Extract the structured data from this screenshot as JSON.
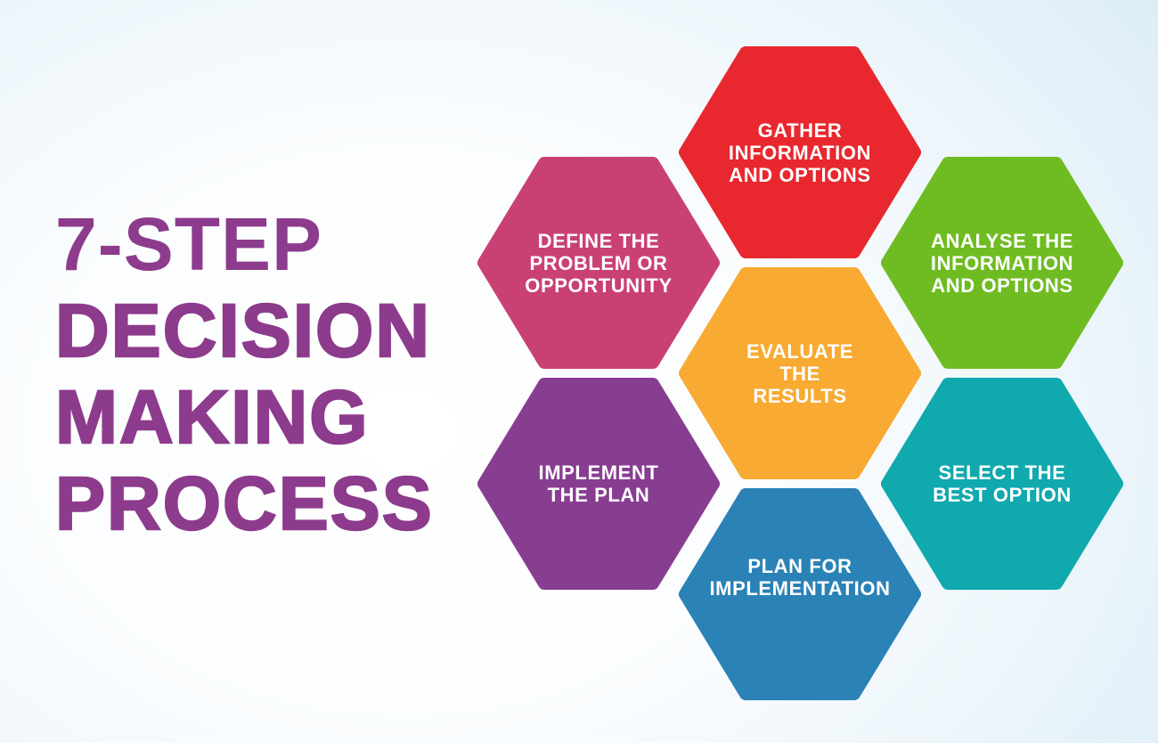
{
  "title": {
    "line1": "7-STEP",
    "line2": "DECISION",
    "line3": "MAKING",
    "line4": "PROCESS",
    "color": "#8d3b8d"
  },
  "background": {
    "center_color": "#ffffff",
    "edge_color": "#d4e9f6"
  },
  "label_text_color": "#ffffff",
  "steps": [
    {
      "name": "define-the-problem-or-opportunity",
      "color": "#c94174",
      "lines": [
        "DEFINE THE",
        "PROBLEM OR",
        "OPPORTUNITY"
      ]
    },
    {
      "name": "gather-information-and-options",
      "color": "#e8282e",
      "lines": [
        "GATHER",
        "INFORMATION",
        "AND OPTIONS"
      ]
    },
    {
      "name": "analyse-the-information-and-options",
      "color": "#6fbc22",
      "lines": [
        "ANALYSE THE",
        "INFORMATION",
        "AND OPTIONS"
      ]
    },
    {
      "name": "evaluate-the-results",
      "color": "#f8aa32",
      "lines": [
        "EVALUATE",
        "THE",
        "RESULTS"
      ]
    },
    {
      "name": "implement-the-plan",
      "color": "#883e90",
      "lines": [
        "IMPLEMENT",
        "THE PLAN"
      ]
    },
    {
      "name": "select-the-best-option",
      "color": "#10a9ae",
      "lines": [
        "SELECT THE",
        "BEST OPTION"
      ]
    },
    {
      "name": "plan-for-implementation",
      "color": "#2b82b6",
      "lines": [
        "PLAN FOR",
        "IMPLEMENTATION"
      ]
    }
  ]
}
